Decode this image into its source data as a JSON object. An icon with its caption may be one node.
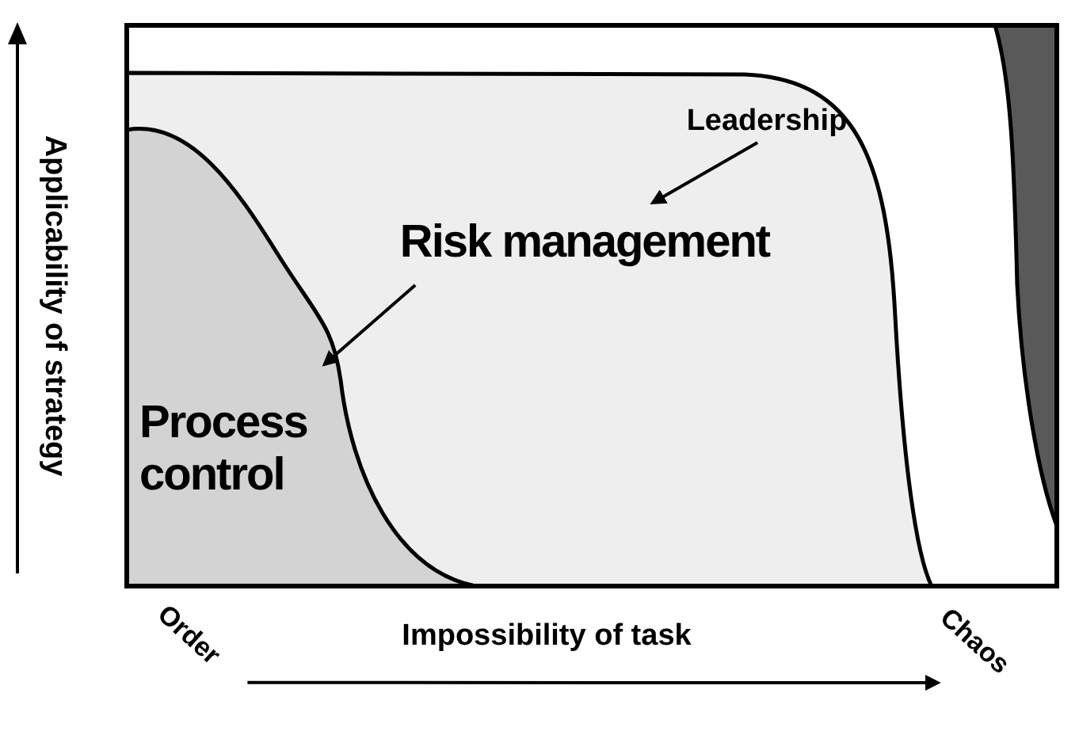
{
  "diagram": {
    "nodes": [
      {
        "text": [
          "Leadership"
        ]
      },
      {
        "text": [
          "Risk management"
        ]
      },
      {
        "text": [
          "Process control"
        ]
      },
      {
        "text": [
          "Order"
        ]
      },
      {
        "text": [
          "Chaos"
        ]
      }
    ],
    "edges": [
      {
        "from": 0,
        "to": 1,
        "arrow": "to"
      },
      {
        "from": 1,
        "to": 2,
        "arrow": "to"
      },
      {
        "from": 3,
        "to": 4,
        "arrow": "to"
      }
    ],
    "labels": [
      "Applicability of strategy",
      "Impossibility of task"
    ]
  }
}
